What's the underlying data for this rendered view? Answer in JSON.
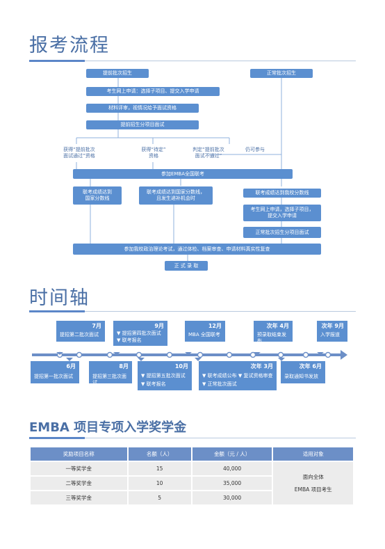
{
  "section1": {
    "title": "报考流程"
  },
  "flow": {
    "b1": "提前批次招生",
    "b2": "考生网上申请：选择子项目、提交入学申请",
    "b3": "材料评审，视情况给予面试资格",
    "b4": "提前招生分项目面试",
    "r1": "正常批次招生",
    "t1": "获得“提前批次\n面试通过”资格",
    "t2": "获得“待定”\n资格",
    "t3": "判定“提前批次\n面试不通过”",
    "t4": "仍可参与",
    "b5": "参加EMBA全国联考",
    "c1": "联考成绩达到\n国家分数线",
    "c2": "联考成绩达到国家分数线，\n且发生递补机会时",
    "c3": "联考成绩达到我校分数线",
    "c4": "考生网上申请，选择子项目，\n提交入学申请",
    "c5": "正常批次招生分项目面试",
    "b6": "参加我校政治理论考试，通过体检、档案审查、申请材料真实性复查",
    "b7": "正 式 录 取"
  },
  "section2": {
    "title": "时间轴"
  },
  "timeline": {
    "top": [
      {
        "month": "7月",
        "lines": [
          "提招第二批次面试"
        ]
      },
      {
        "month": "9月",
        "lines": [
          "▼ 提招第四批次面试",
          "▼ 联考报名"
        ]
      },
      {
        "month": "12月",
        "lines": [
          "MBA 全国联考"
        ]
      },
      {
        "month": "次年 4月",
        "lines": [
          "预录取结束发布"
        ]
      },
      {
        "month": "次年 9月",
        "lines": [
          "入学报道"
        ]
      }
    ],
    "bottom": [
      {
        "month": "6月",
        "lines": [
          "提招第一批次面试"
        ]
      },
      {
        "month": "8月",
        "lines": [
          "提招第三批次面试"
        ]
      },
      {
        "month": "10月",
        "lines": [
          "▼ 提招第五批次面试",
          "▼ 联考报名"
        ]
      },
      {
        "month": "次年 3月",
        "lines": [
          "▼ 联考成绩公布  ▼ 复试资格审查",
          "▼ 正常批次面试"
        ]
      },
      {
        "month": "次年 6月",
        "lines": [
          "录取通知书发放"
        ]
      }
    ]
  },
  "section3": {
    "title": "EMBA 项目专项入学奖学金"
  },
  "scholarship": {
    "headers": [
      "奖励项目名称",
      "名额（人）",
      "金额（元 / 人）",
      "适用对象"
    ],
    "rows": [
      [
        "一等奖学金",
        "15",
        "40,000"
      ],
      [
        "二等奖学金",
        "10",
        "35,000"
      ],
      [
        "三等奖学金",
        "5",
        "30,000"
      ]
    ],
    "target": [
      "面向全体",
      "EMBA 项目考生"
    ]
  },
  "colors": {
    "accent": "#5b8fd0",
    "title": "#4a6fa5",
    "header": "#6c8fc7"
  }
}
